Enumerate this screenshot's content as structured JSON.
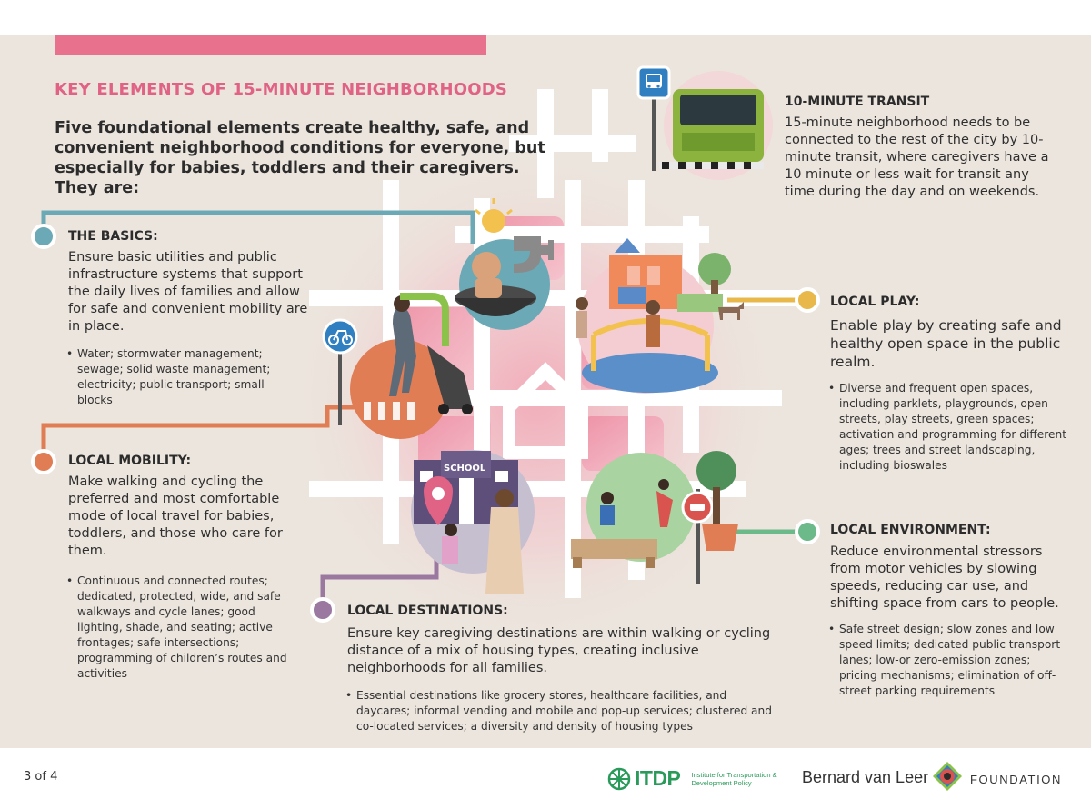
{
  "header": {
    "title": "KEY ELEMENTS OF 15-MINUTE NEIGHBORHOODS",
    "intro": "Five foundational elements create healthy, safe, and convenient neighborhood conditions for everyone, but especially for babies, toddlers and their caregivers. They are:"
  },
  "sections": {
    "basics": {
      "heading": "THE BASICS:",
      "body": "Ensure basic utilities and public infrastructure systems that support the daily lives of families and allow for safe and convenient mobility are in place.",
      "bullets": [
        "Water; stormwater management; sewage; solid waste management; electricity; public transport; small blocks"
      ]
    },
    "mobility": {
      "heading": "LOCAL MOBILITY:",
      "body": "Make walking and cycling the preferred and most comfortable mode of local travel for babies, toddlers, and those who care for them.",
      "bullets": [
        "Continuous and connected routes; dedicated, protected, wide, and safe walkways and cycle lanes; good lighting, shade, and seating; active frontages; safe intersections; programming of children’s routes and activities"
      ]
    },
    "destinations": {
      "heading": "LOCAL DESTINATIONS:",
      "body": "Ensure key caregiving destinations are within walking or cycling distance of a mix of housing types, creating inclusive neighborhoods for all families.",
      "bullets": [
        "Essential destinations like grocery stores, healthcare facilities, and daycares; informal vending and mobile and pop-up services; clustered and co-located services; a diversity and density of housing types"
      ]
    },
    "transit": {
      "heading": "10-MINUTE TRANSIT",
      "body": "15-minute neighborhood needs to be connected to the rest of the city by 10-minute transit, where caregivers have a 10 minute or less wait for transit any time during the day and on weekends."
    },
    "play": {
      "heading": "LOCAL PLAY:",
      "body": "Enable play by creating safe and healthy open space in the public realm.",
      "bullets": [
        "Diverse and frequent open spaces, including parklets, playgrounds, open streets, play streets, green spaces; activation and programming for different ages; trees and street landscaping, including bioswales"
      ]
    },
    "environment": {
      "heading": "LOCAL ENVIRONMENT:",
      "body": "Reduce environmental stressors from motor vehicles by slowing speeds, reducing car use, and shifting space from cars to people.",
      "bullets": [
        "Safe street design; slow zones and low speed limits; dedicated public transport lanes; low-or zero-emission zones; pricing mechanisms; elimination of off-street parking requirements"
      ]
    }
  },
  "illustration": {
    "school_sign": "SCHOOL"
  },
  "footer": {
    "page": "3 of 4",
    "itdp_name": "ITDP",
    "itdp_full": "Institute for Transportation & Development Policy",
    "bvl_name": "Bernard van Leer",
    "bvl_foundation": "FOUNDATION"
  },
  "colors": {
    "pink": "#e8718e",
    "teal": "#6aa9b5",
    "orange": "#e07d55",
    "yellow": "#e8b84a",
    "green": "#6cb98a",
    "purple": "#9a78a0",
    "blue": "#2f7fc1"
  }
}
